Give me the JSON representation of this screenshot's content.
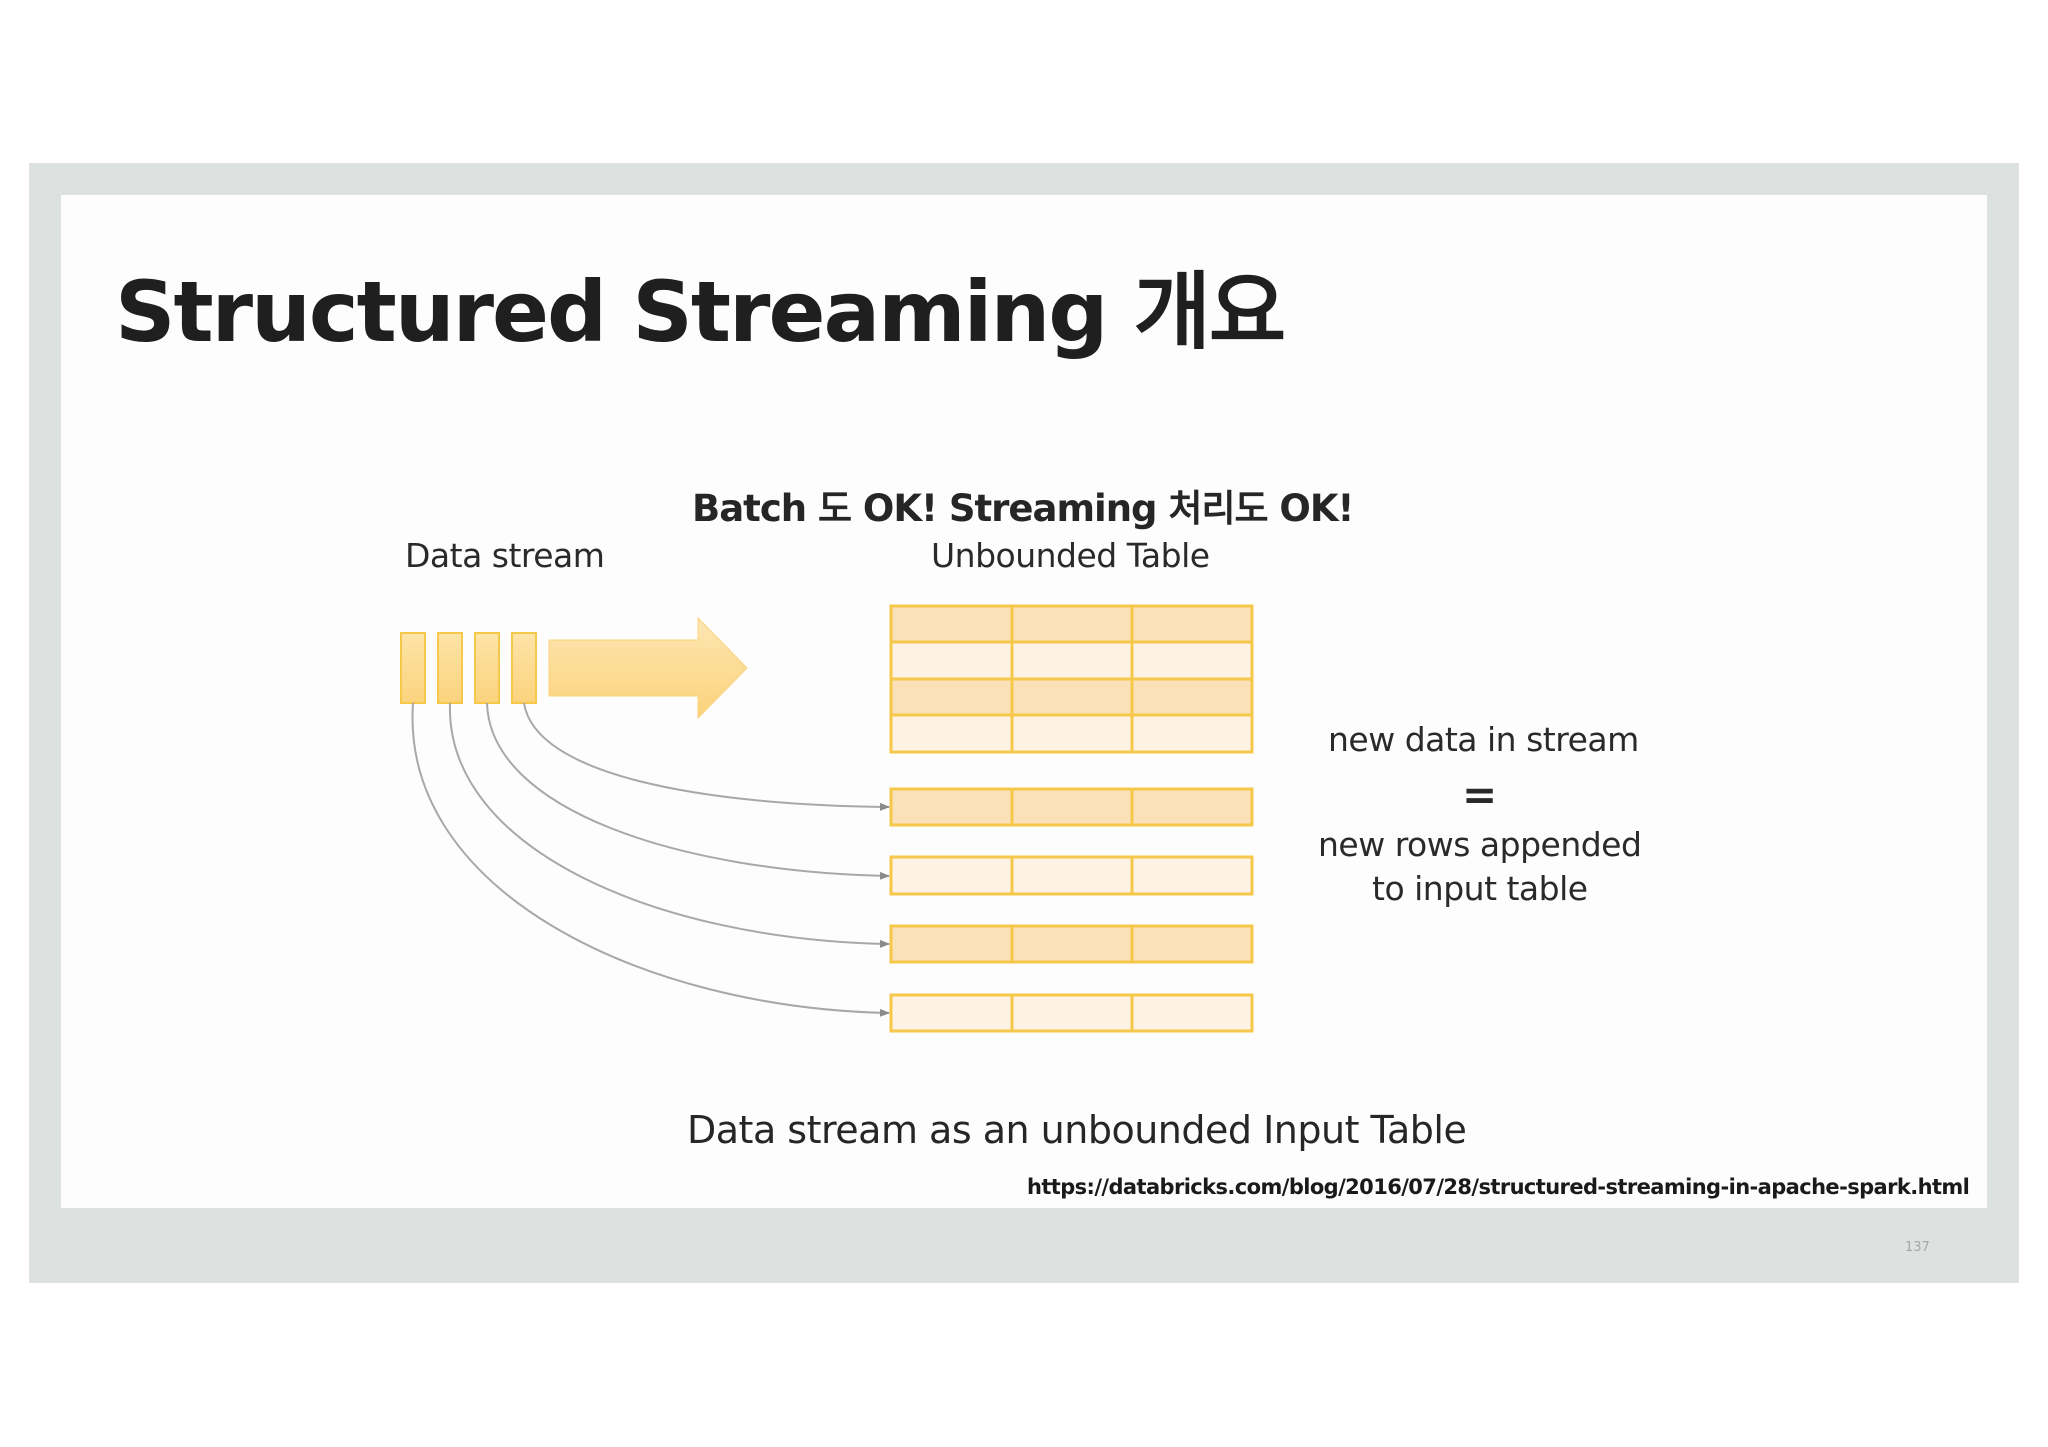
{
  "slide": {
    "title": "Structured Streaming 개요",
    "subtitle": "Batch 도 OK! Streaming 처리도 OK!",
    "source_url": "https://databricks.com/blog/2016/07/28/structured-streaming-in-apache-spark.html",
    "page_number": "137"
  },
  "diagram": {
    "data_stream_label": "Data stream",
    "table_label": "Unbounded Table",
    "note_line1": "new data in stream",
    "note_equals": "=",
    "note_line2": "new rows appended",
    "note_line3": "to input table",
    "caption": "Data stream as an unbounded Input Table",
    "stream_chunks": 4,
    "existing_rows": 4,
    "appended_rows": 4,
    "columns": 3
  },
  "colors": {
    "frame": "#dde1df",
    "cell_border": "#f6c84a",
    "cell_fill_dark": "#fbe1b8",
    "cell_fill_light": "#fdf2e4",
    "chunk_fill": "#fbd57e",
    "arrow_line": "#a8a8a8"
  }
}
